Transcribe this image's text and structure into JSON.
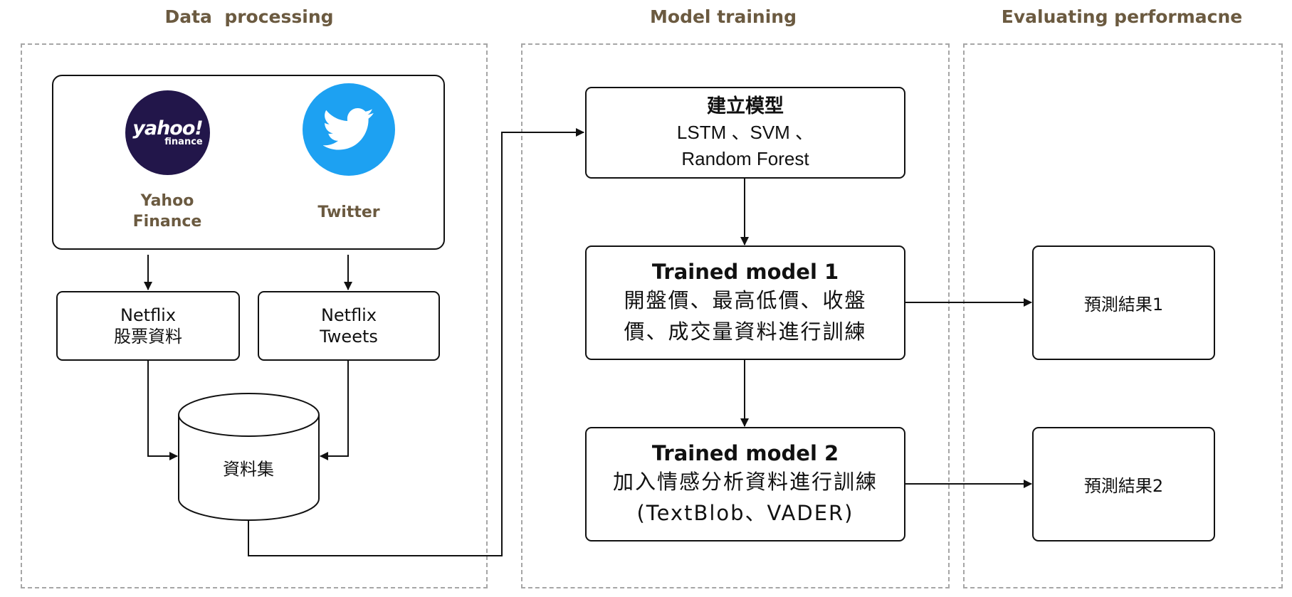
{
  "sections": {
    "data_processing": "Data  processing",
    "model_training": "Model training",
    "evaluating": "Evaluating performacne"
  },
  "sources": {
    "yahoo": {
      "logo_main": "yahoo!",
      "logo_sub": "finance",
      "label_line1": "Yahoo",
      "label_line2": "Finance",
      "color": "#22164a"
    },
    "twitter": {
      "label": "Twitter",
      "color": "#1da1f2"
    }
  },
  "datasets": {
    "stock": {
      "line1": "Netflix",
      "line2": "股票資料"
    },
    "tweets": {
      "line1": "Netflix",
      "line2": "Tweets"
    },
    "combined": "資料集"
  },
  "models": {
    "build": {
      "title": "建立模型",
      "line1": "LSTM 、SVM 、",
      "line2": "Random Forest"
    },
    "trained1": {
      "title": "Trained model 1",
      "line1": "開盤價、最高低價、收盤",
      "line2": "價、成交量資料進行訓練"
    },
    "trained2": {
      "title": "Trained model 2",
      "line1": "加入情感分析資料進行訓練",
      "line2": "(TextBlob、VADER)"
    }
  },
  "results": {
    "result1": "預測結果1",
    "result2": "預測結果2"
  },
  "colors": {
    "section_title": "#6b5a40",
    "panel_border": "#a6a6a6",
    "stroke": "#111111"
  }
}
